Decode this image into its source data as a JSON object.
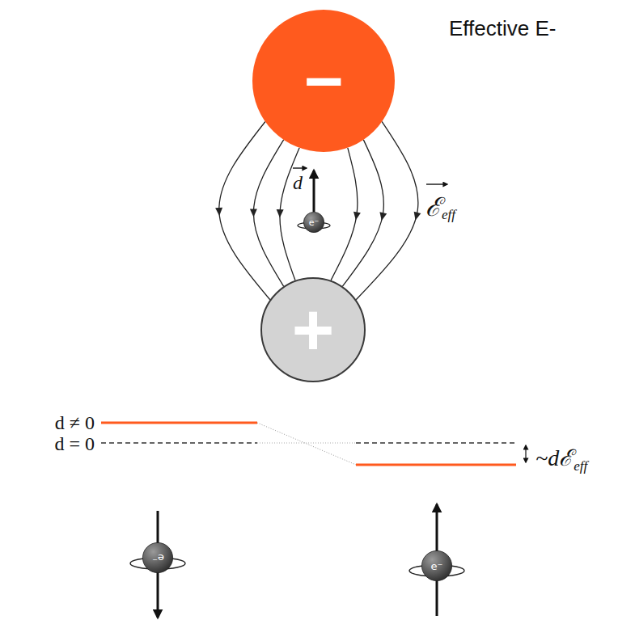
{
  "diagram": {
    "title": "Effective E-",
    "nodes": [
      {
        "text": [
          "−"
        ]
      },
      {
        "text": [
          "e⁻"
        ]
      },
      {
        "text": [
          "+"
        ]
      },
      {
        "text": [
          "e⁻"
        ]
      },
      {
        "text": [
          "e⁻"
        ]
      }
    ],
    "edges": [
      {
        "from": 0,
        "to": 2,
        "arrow": "to"
      },
      {
        "from": 0,
        "to": 2,
        "arrow": "to"
      },
      {
        "from": 0,
        "to": 2,
        "arrow": "to"
      },
      {
        "from": 0,
        "to": 2,
        "arrow": "to"
      },
      {
        "from": 0,
        "to": 2,
        "arrow": "to"
      },
      {
        "from": 0,
        "to": 2,
        "arrow": "to"
      }
    ],
    "labels": [
      "d",
      "ℰ",
      "eff",
      "d ≠ 0",
      "d = 0",
      "~dℰ",
      "eff"
    ]
  }
}
